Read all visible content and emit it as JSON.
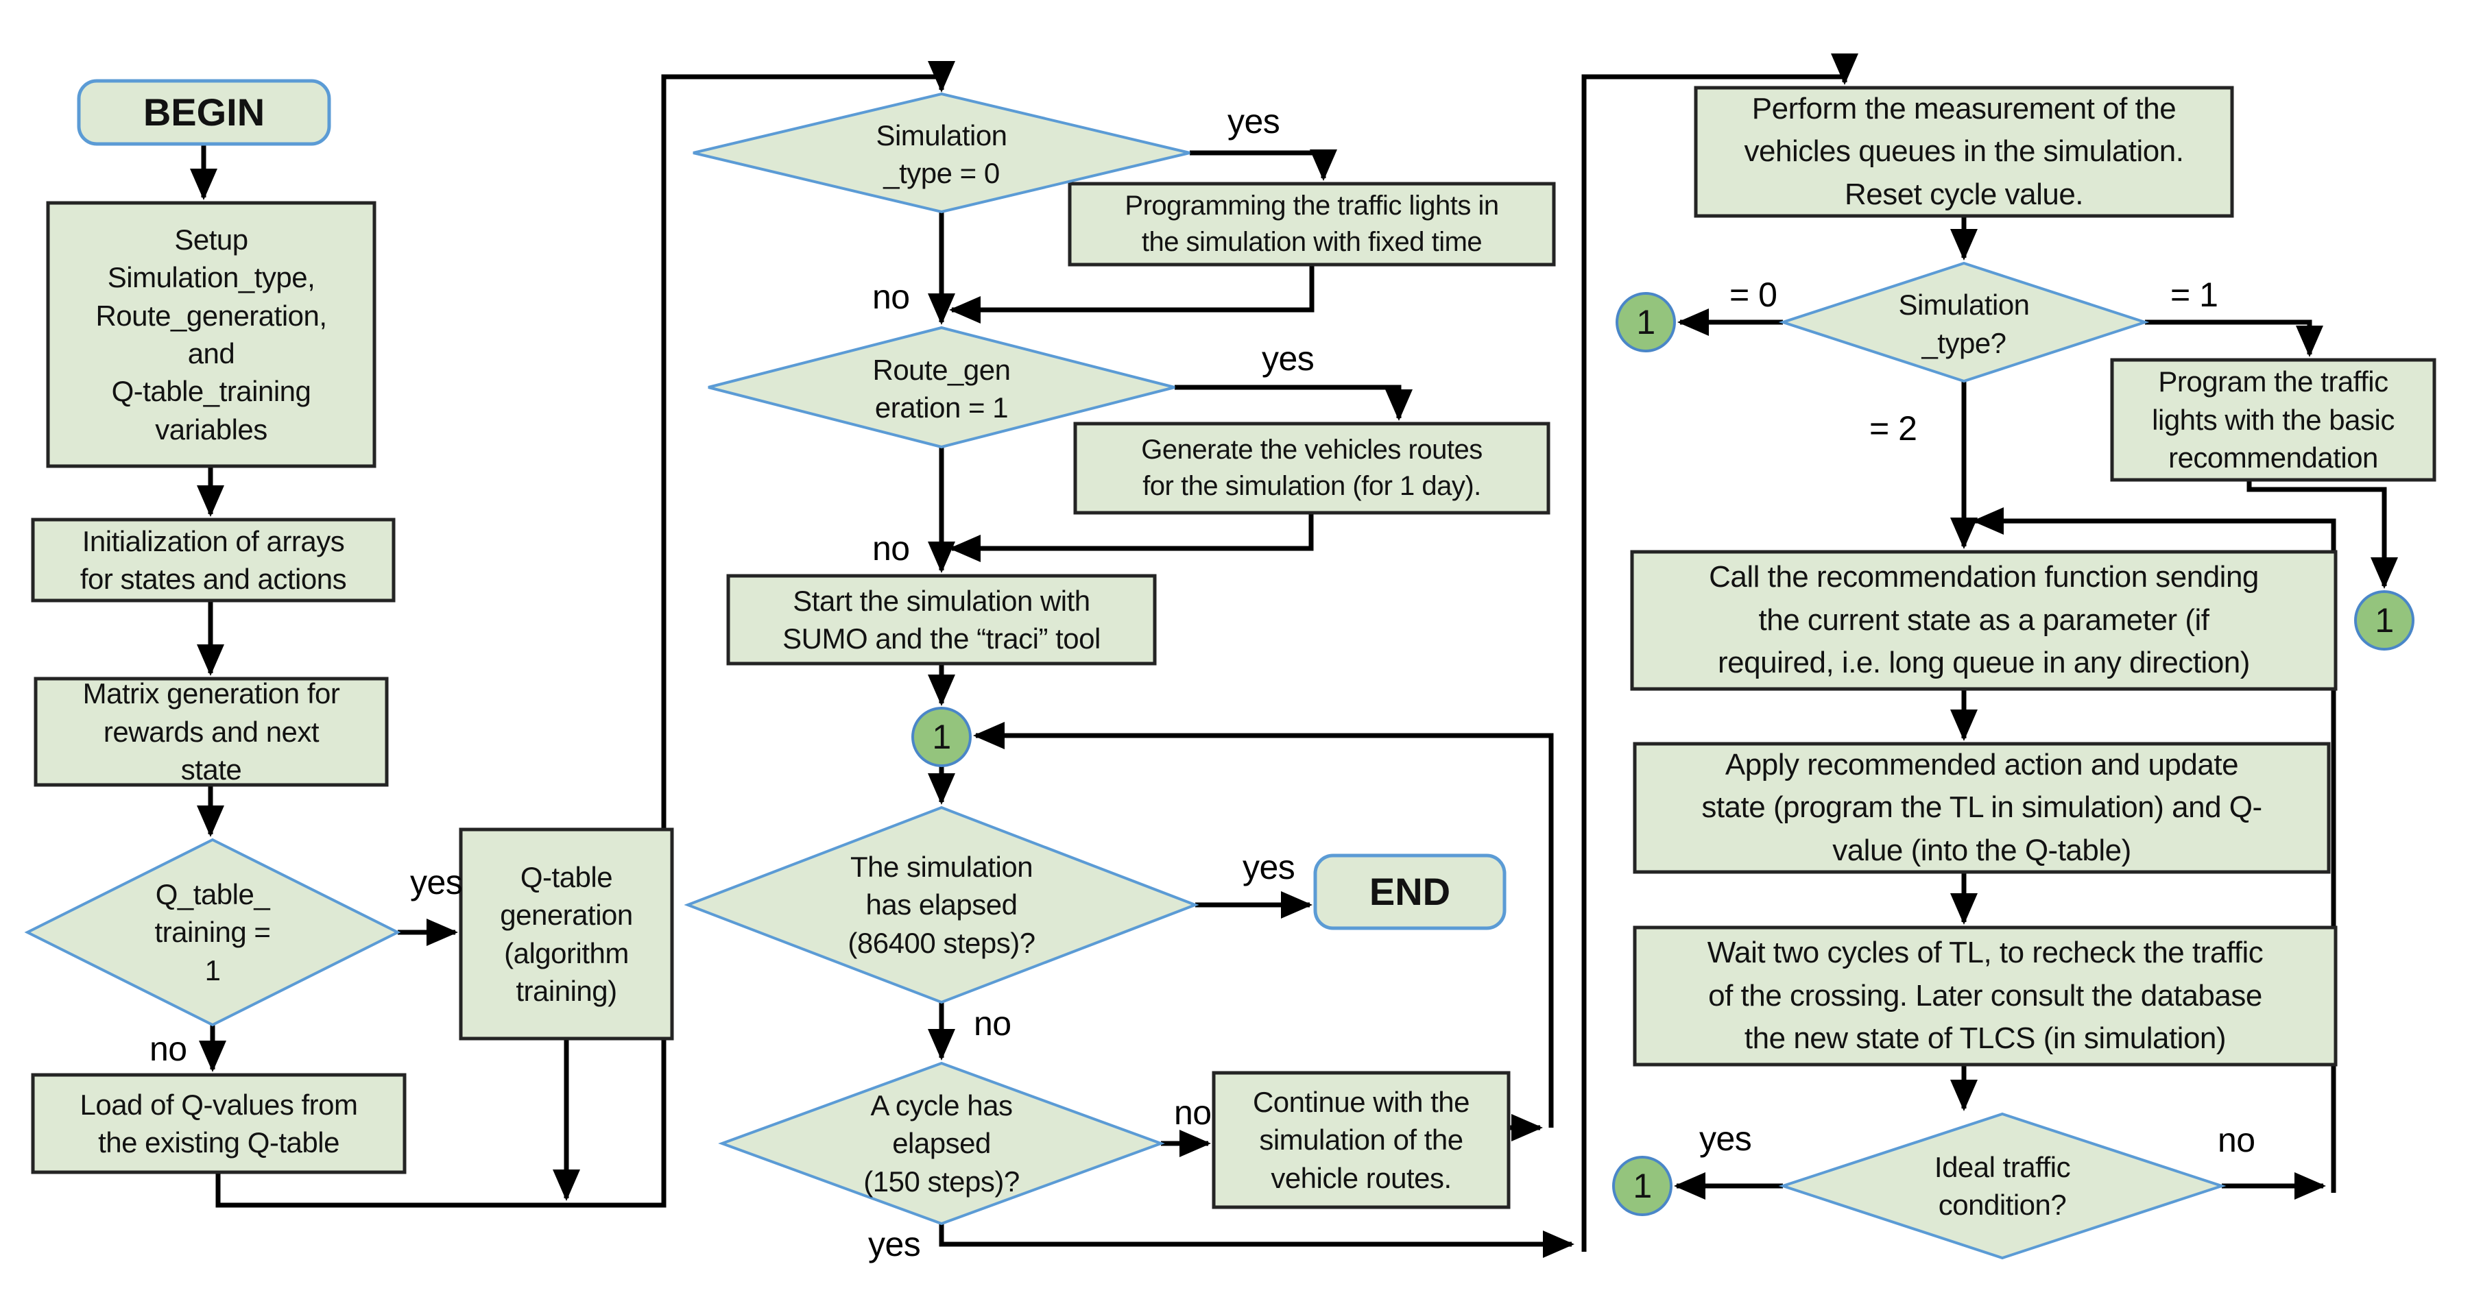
{
  "diagram": {
    "description": "Flowchart of a traffic-light simulation algorithm with Q-table training"
  },
  "palette": {
    "node_fill": "#dee9d4",
    "process_border": "#242424",
    "decision_border": "#5b9bd5",
    "terminator_border": "#5b9bd5",
    "connector_fill": "#94c47d",
    "connector_border": "#4a86c8",
    "arrow_color": "#000000",
    "text_color": "#121212"
  },
  "nodes": {
    "begin": {
      "label": "BEGIN"
    },
    "setup": {
      "label": "Setup\nSimulation_type,\nRoute_generation,\nand\nQ-table_training\nvariables"
    },
    "init_arrays": {
      "label": "Initialization of arrays\nfor states and actions"
    },
    "matrix_generation": {
      "label": "Matrix generation for\nrewards and next\nstate"
    },
    "q_table_training": {
      "label": "Q_table_\ntraining =\n1"
    },
    "q_table_generation": {
      "label": "Q-table\ngeneration\n(algorithm\ntraining)"
    },
    "load_q_values": {
      "label": "Load of Q-values from\nthe existing Q-table"
    },
    "simulation_type_0": {
      "label": "Simulation\n_type = 0"
    },
    "programming_fixed_time": {
      "label": "Programming the traffic lights in\nthe simulation with fixed time"
    },
    "route_generation": {
      "label": "Route_gen\neration = 1"
    },
    "generate_routes": {
      "label": "Generate the vehicles routes\nfor the simulation (for 1 day)."
    },
    "start_sumo": {
      "label": "Start the simulation with\nSUMO and the “traci” tool"
    },
    "connector_1_mid": {
      "label": "1"
    },
    "simulation_elapsed": {
      "label": "The simulation\nhas elapsed\n(86400 steps)?"
    },
    "end": {
      "label": "END"
    },
    "cycle_elapsed": {
      "label": "A cycle has\nelapsed\n(150 steps)?"
    },
    "continue_simulation": {
      "label": "Continue with the\nsimulation of the\nvehicle routes."
    },
    "perform_measurement": {
      "label": "Perform the measurement of the\nvehicles queues in the simulation.\nReset cycle value."
    },
    "simulation_type_q": {
      "label": "Simulation\n_type?"
    },
    "connector_1_left": {
      "label": "1"
    },
    "program_basic_recommendation": {
      "label": "Program the traffic\nlights with the basic\nrecommendation"
    },
    "connector_1_right": {
      "label": "1"
    },
    "call_recommendation": {
      "label": "Call the recommendation function sending\nthe current state as a parameter (if\nrequired, i.e. long queue in any direction)"
    },
    "apply_action": {
      "label": "Apply recommended action and update\nstate (program the TL in simulation) and Q-\nvalue (into the Q-table)"
    },
    "wait_two_cycles": {
      "label": "Wait two cycles of TL, to recheck the traffic\nof the crossing. Later consult the database\nthe new state of TLCS (in simulation)"
    },
    "ideal_traffic": {
      "label": "Ideal traffic\ncondition?"
    },
    "connector_1_bottom": {
      "label": "1"
    }
  },
  "labels": {
    "q_table_training_yes": "yes",
    "q_table_training_no": "no",
    "simulation_type_0_yes": "yes",
    "simulation_type_0_no": "no",
    "route_generation_yes": "yes",
    "route_generation_no": "no",
    "simulation_elapsed_yes": "yes",
    "simulation_elapsed_no": "no",
    "cycle_elapsed_no": "no",
    "cycle_elapsed_yes": "yes",
    "simulation_type_eq0": "= 0",
    "simulation_type_eq1": "= 1",
    "simulation_type_eq2": "= 2",
    "ideal_traffic_yes": "yes",
    "ideal_traffic_no": "no"
  }
}
